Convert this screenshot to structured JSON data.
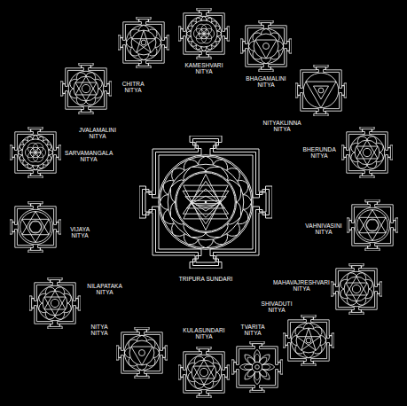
{
  "diagram": {
    "nodes": [
      {
        "text": [
          "KAMESHVARI NITYA"
        ]
      },
      {
        "text": [
          "BHAGAMALINI NITYA"
        ]
      },
      {
        "text": [
          "NITYAKLINNA NITYA"
        ]
      },
      {
        "text": [
          "BHERUNDA NITYA"
        ]
      },
      {
        "text": [
          "VAHNIVASINI NITYA"
        ]
      },
      {
        "text": [
          "MAHAVAJRESHVARI NITYA"
        ]
      },
      {
        "text": [
          "SHIVADUTI NITYA"
        ]
      },
      {
        "text": [
          "TVARITA NITYA"
        ]
      },
      {
        "text": [
          "KULASUNDARI NITYA"
        ]
      },
      {
        "text": [
          "NITYA NITYA"
        ]
      },
      {
        "text": [
          "NILAPATAKA NITYA"
        ]
      },
      {
        "text": [
          "VIJAYA NITYA"
        ]
      },
      {
        "text": [
          "SARVAMANGALA NITYA"
        ]
      },
      {
        "text": [
          "JVALAMALINI NITYA"
        ]
      },
      {
        "text": [
          "CHITRA NITYA"
        ]
      },
      {
        "text": [
          "TRIPURA SUNDARI"
        ]
      }
    ]
  }
}
